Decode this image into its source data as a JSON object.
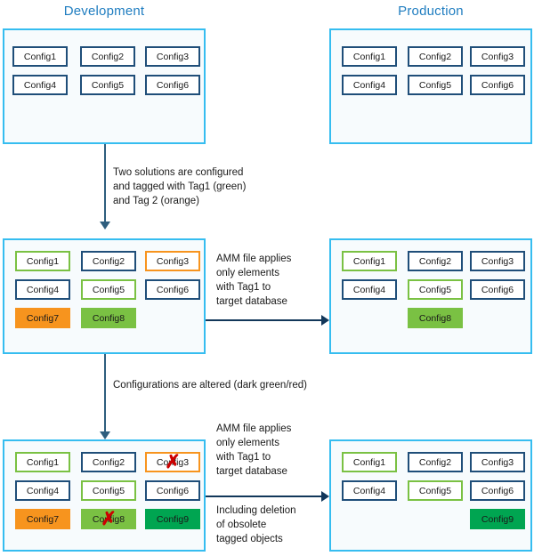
{
  "headings": {
    "development": "Development",
    "production": "Production"
  },
  "colors": {
    "panel_border": "#36bdf0",
    "panel_fill": "#f7fbfd",
    "box_border": "#1f4e79",
    "tag1_green": "#7ac143",
    "tag2_orange": "#f7941e",
    "altered_dark_green": "#00a551",
    "delete_red": "#cc0000",
    "heading_blue": "#1f7dc0"
  },
  "stages": [
    {
      "id": "stage-1",
      "development": {
        "boxes": [
          {
            "label": "Config1",
            "style": "plain"
          },
          {
            "label": "Config2",
            "style": "plain"
          },
          {
            "label": "Config3",
            "style": "plain"
          },
          {
            "label": "Config4",
            "style": "plain"
          },
          {
            "label": "Config5",
            "style": "plain"
          },
          {
            "label": "Config6",
            "style": "plain"
          }
        ]
      },
      "production": {
        "boxes": [
          {
            "label": "Config1",
            "style": "plain"
          },
          {
            "label": "Config2",
            "style": "plain"
          },
          {
            "label": "Config3",
            "style": "plain"
          },
          {
            "label": "Config4",
            "style": "plain"
          },
          {
            "label": "Config5",
            "style": "plain"
          },
          {
            "label": "Config6",
            "style": "plain"
          }
        ]
      }
    },
    {
      "id": "stage-2",
      "development": {
        "boxes": [
          {
            "label": "Config1",
            "style": "green-border"
          },
          {
            "label": "Config2",
            "style": "plain"
          },
          {
            "label": "Config3",
            "style": "orange-border"
          },
          {
            "label": "Config4",
            "style": "plain"
          },
          {
            "label": "Config5",
            "style": "green-border"
          },
          {
            "label": "Config6",
            "style": "plain"
          },
          {
            "label": "Config7",
            "style": "orange-fill"
          },
          {
            "label": "Config8",
            "style": "green-fill"
          }
        ]
      },
      "production": {
        "boxes": [
          {
            "label": "Config1",
            "style": "green-border"
          },
          {
            "label": "Config2",
            "style": "plain"
          },
          {
            "label": "Config3",
            "style": "plain"
          },
          {
            "label": "Config4",
            "style": "plain"
          },
          {
            "label": "Config5",
            "style": "green-border"
          },
          {
            "label": "Config6",
            "style": "plain"
          },
          {
            "label": "Config8",
            "style": "green-fill"
          }
        ]
      }
    },
    {
      "id": "stage-3",
      "development": {
        "boxes": [
          {
            "label": "Config1",
            "style": "green-border"
          },
          {
            "label": "Config2",
            "style": "plain"
          },
          {
            "label": "Config3",
            "style": "orange-border",
            "deleted": true
          },
          {
            "label": "Config4",
            "style": "plain"
          },
          {
            "label": "Config5",
            "style": "green-border"
          },
          {
            "label": "Config6",
            "style": "plain"
          },
          {
            "label": "Config7",
            "style": "orange-fill"
          },
          {
            "label": "Config8",
            "style": "green-fill",
            "deleted": true
          },
          {
            "label": "Config9",
            "style": "darkgreen-fill"
          }
        ]
      },
      "production": {
        "boxes": [
          {
            "label": "Config1",
            "style": "green-border"
          },
          {
            "label": "Config2",
            "style": "plain"
          },
          {
            "label": "Config3",
            "style": "plain"
          },
          {
            "label": "Config4",
            "style": "plain"
          },
          {
            "label": "Config5",
            "style": "green-border"
          },
          {
            "label": "Config6",
            "style": "plain"
          },
          {
            "label": "Config9",
            "style": "darkgreen-fill"
          }
        ]
      }
    }
  ],
  "captions": {
    "tagging": "Two solutions are configured\nand tagged with Tag1 (green)\nand Tag 2 (orange)",
    "apply_tag1_mid": "AMM file applies\nonly elements\nwith Tag1 to\ntarget database",
    "altered": "Configurations are altered (dark green/red)",
    "apply_tag1_bottom": "AMM file applies\nonly elements\nwith Tag1 to\ntarget database",
    "deletion": "Including deletion\nof obsolete\ntagged objects"
  },
  "x_mark_glyph": "✗"
}
